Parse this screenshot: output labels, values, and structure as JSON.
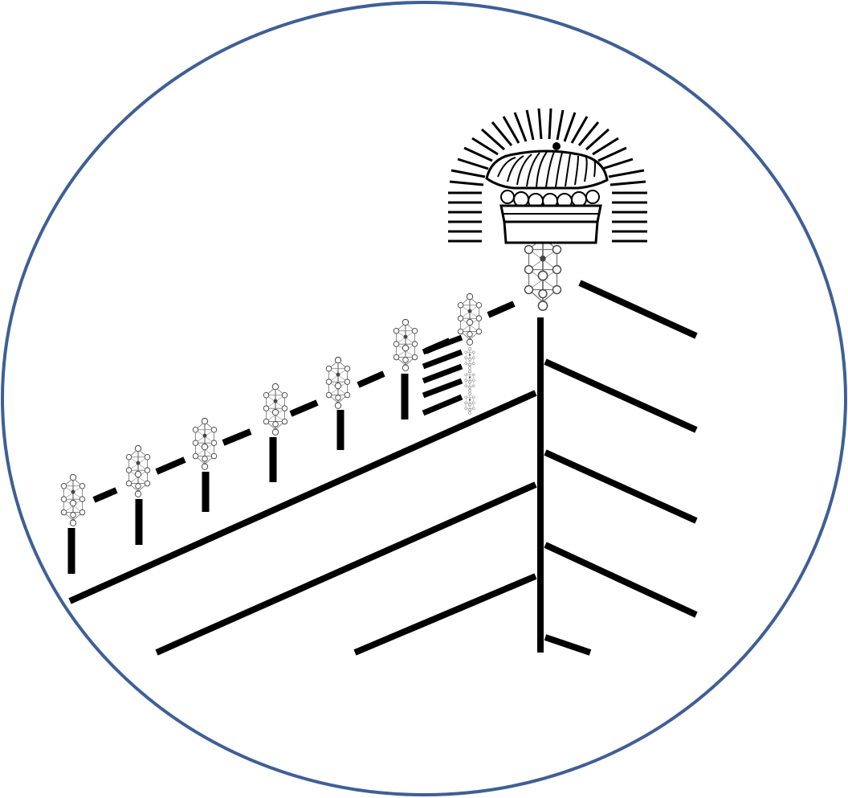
{
  "diagram": {
    "frame": {
      "shape": "circle",
      "stroke_color": "#3f5f95",
      "fill": "#ffffff"
    },
    "line_color": "#000000",
    "icons": {
      "crown": "crown-icon",
      "tree": "tree-of-life-icon",
      "rays": "radiating-rays-icon"
    },
    "tree_count_left_row": 7,
    "horizontal_bars_count": 5
  }
}
